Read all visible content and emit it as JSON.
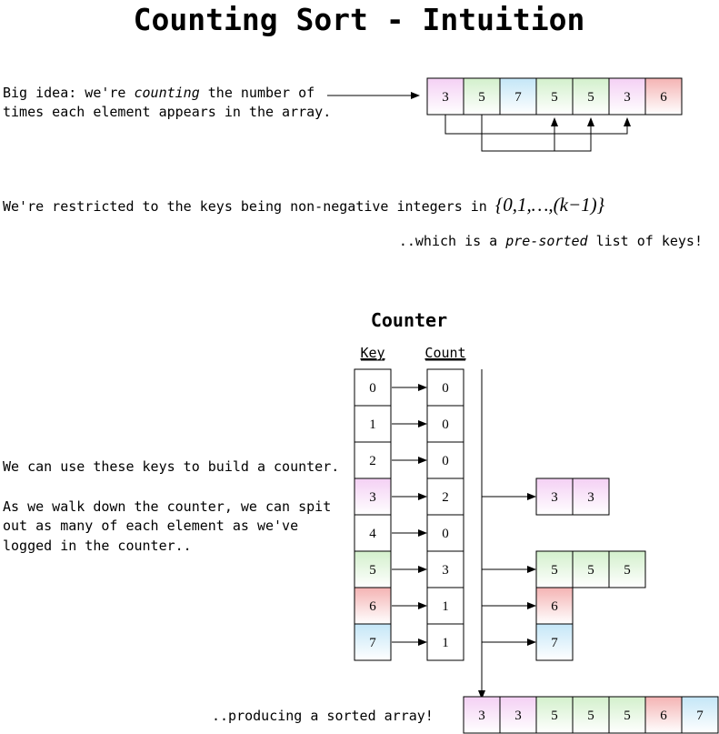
{
  "title": "Counting Sort - Intuition",
  "intro": {
    "line1_pre": "Big idea: we're ",
    "line1_em": "counting",
    "line1_post": " the number of",
    "line2": "times each element appears in the array."
  },
  "input_array": [
    3,
    5,
    7,
    5,
    5,
    3,
    6
  ],
  "restriction": {
    "text": "We're restricted to the keys being non-negative integers in ",
    "set_expr": "{0,1,…,(k−1)}"
  },
  "presorted": {
    "pre": "..which is a ",
    "em": "pre-sorted",
    "post": " list of keys!"
  },
  "counter": {
    "title": "Counter",
    "key_header": "Key",
    "count_header": "Count",
    "rows": [
      {
        "key": 0,
        "count": 0
      },
      {
        "key": 1,
        "count": 0
      },
      {
        "key": 2,
        "count": 0
      },
      {
        "key": 3,
        "count": 2
      },
      {
        "key": 4,
        "count": 0
      },
      {
        "key": 5,
        "count": 3
      },
      {
        "key": 6,
        "count": 1
      },
      {
        "key": 7,
        "count": 1
      }
    ]
  },
  "explain": {
    "line1": "We can use these keys to build a counter.",
    "line2": "As we walk down the counter, we can spit",
    "line3": "out as many of each element as we've",
    "line4": "logged in the counter.."
  },
  "output_groups": [
    {
      "key": 3,
      "values": [
        3,
        3
      ]
    },
    {
      "key": 5,
      "values": [
        5,
        5,
        5
      ]
    },
    {
      "key": 6,
      "values": [
        6
      ]
    },
    {
      "key": 7,
      "values": [
        7
      ]
    }
  ],
  "sorted_label": "..producing a sorted array!",
  "sorted_array": [
    3,
    3,
    5,
    5,
    5,
    6,
    7
  ],
  "colors": {
    "3": "#f7dff7",
    "5": "#dff5da",
    "6": "#f7c8c8",
    "7": "#d6eef9",
    "default": "#ffffff",
    "stroke": "#000000"
  }
}
